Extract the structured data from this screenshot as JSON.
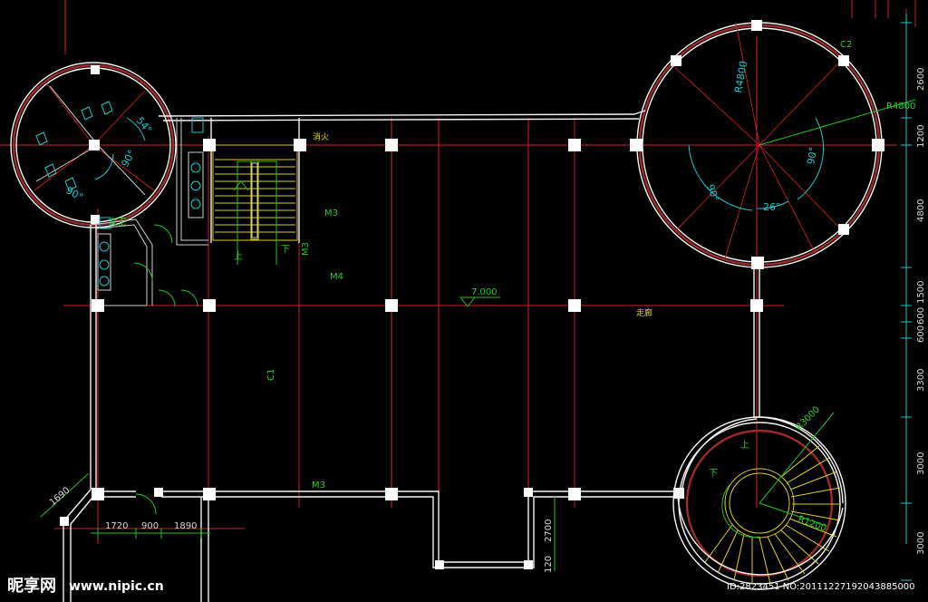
{
  "labels": {
    "room_m3_top": "M3",
    "room_m3_side": "M3",
    "room_m4": "M4",
    "room_c1": "C1",
    "room_c2": "C2",
    "room_m3_bottom": "M3",
    "elevation": "7.000",
    "stair_up_left": "上",
    "stair_down_right": "下",
    "stair_up_spiral": "上",
    "stair_down_spiral": "下",
    "toilet": "女卫",
    "note_center": "走廊",
    "note_top": "消火"
  },
  "angles": {
    "top_left": "54°",
    "left_90a": "90°",
    "left_90b": "90°",
    "right_90a": "90°",
    "right_90b": "90°",
    "right_26": "26°"
  },
  "radii": {
    "r4800_a": "R4800",
    "r4800_b": "R4800",
    "r3000": "R3000",
    "r1200": "R1200"
  },
  "dims_right": [
    "2600",
    "1200",
    "4800",
    "1500",
    "600",
    "600",
    "3300",
    "3000",
    "3000"
  ],
  "dims_bottom": [
    "1720",
    "900",
    "1890"
  ],
  "dims_left": "1690",
  "dims_misc": {
    "d2700": "2700",
    "d120": "120"
  },
  "watermark": {
    "brand": "昵享网",
    "url": "www.nipic.cn",
    "id_line": "ID:2823451 NO:20111227192043885000"
  },
  "colors": {
    "background": "#000000",
    "axis": "#d0202a",
    "wall": "#f4f4f4",
    "dimension": "#19c9c9",
    "text": "#22d022",
    "stair": "#e0d020"
  }
}
